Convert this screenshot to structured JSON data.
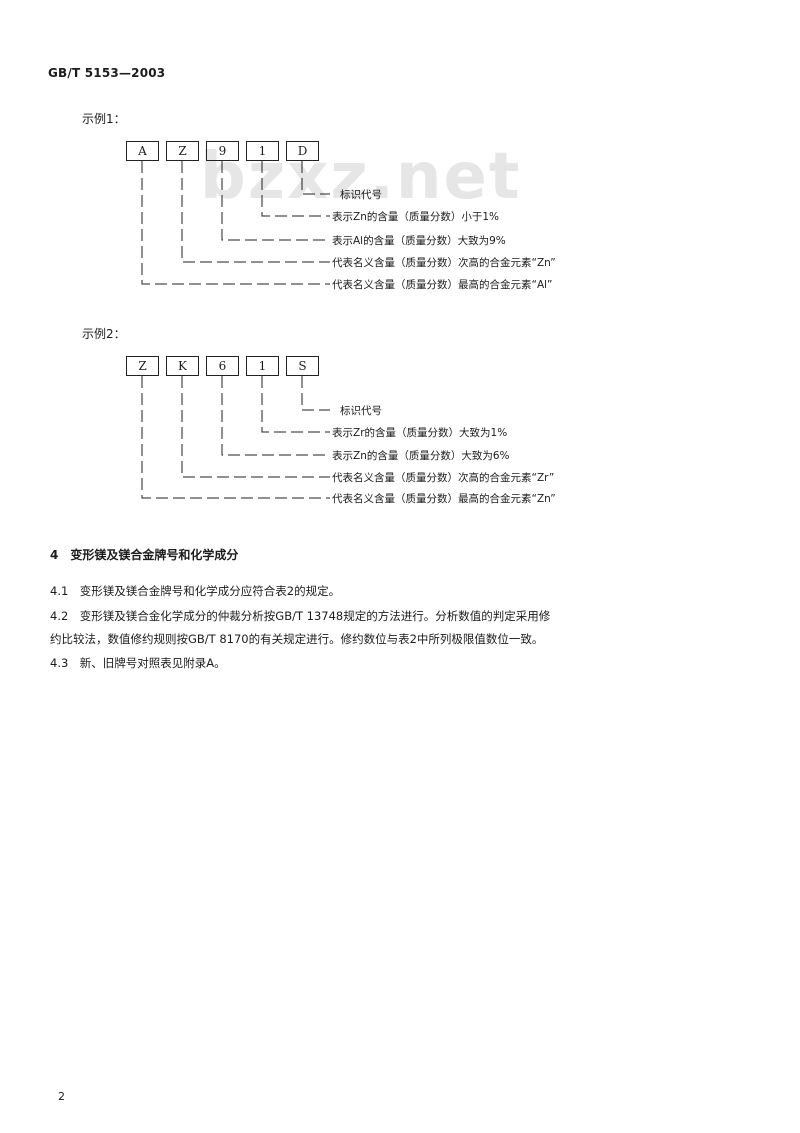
{
  "header": {
    "standard_number": "GB/T 5153—2003"
  },
  "watermark": "bzxz.net",
  "example1": {
    "label": "示例1：",
    "boxes": [
      "A",
      "Z",
      "9",
      "1",
      "D"
    ],
    "annotations": [
      "标识代号",
      "表示Zn的含量（质量分数）小于1%",
      "表示Al的含量（质量分数）大致为9%",
      "代表名义含量（质量分数）次高的合金元素“Zn”",
      "代表名义含量（质量分数）最高的合金元素“Al”"
    ]
  },
  "example2": {
    "label": "示例2：",
    "boxes": [
      "Z",
      "K",
      "6",
      "1",
      "S"
    ],
    "annotations": [
      "标识代号",
      "表示Zr的含量（质量分数）大致为1%",
      "表示Zn的含量（质量分数）大致为6%",
      "代表名义含量（质量分数）次高的合金元素“Zr”",
      "代表名义含量（质量分数）最高的合金元素“Zn”"
    ]
  },
  "section4": {
    "title": "4　变形镁及镁合金牌号和化学成分",
    "p41": "4.1　变形镁及镁合金牌号和化学成分应符合表2的规定。",
    "p42_line1": "4.2　变形镁及镁合金化学成分的仲裁分析按GB/T 13748规定的方法进行。分析数值的判定采用修",
    "p42_line2": "约比较法，数值修约规则按GB/T 8170的有关规定进行。修约数位与表2中所列极限值数位一致。",
    "p43": "4.3　新、旧牌号对照表见附录A。"
  },
  "page_number": "2"
}
